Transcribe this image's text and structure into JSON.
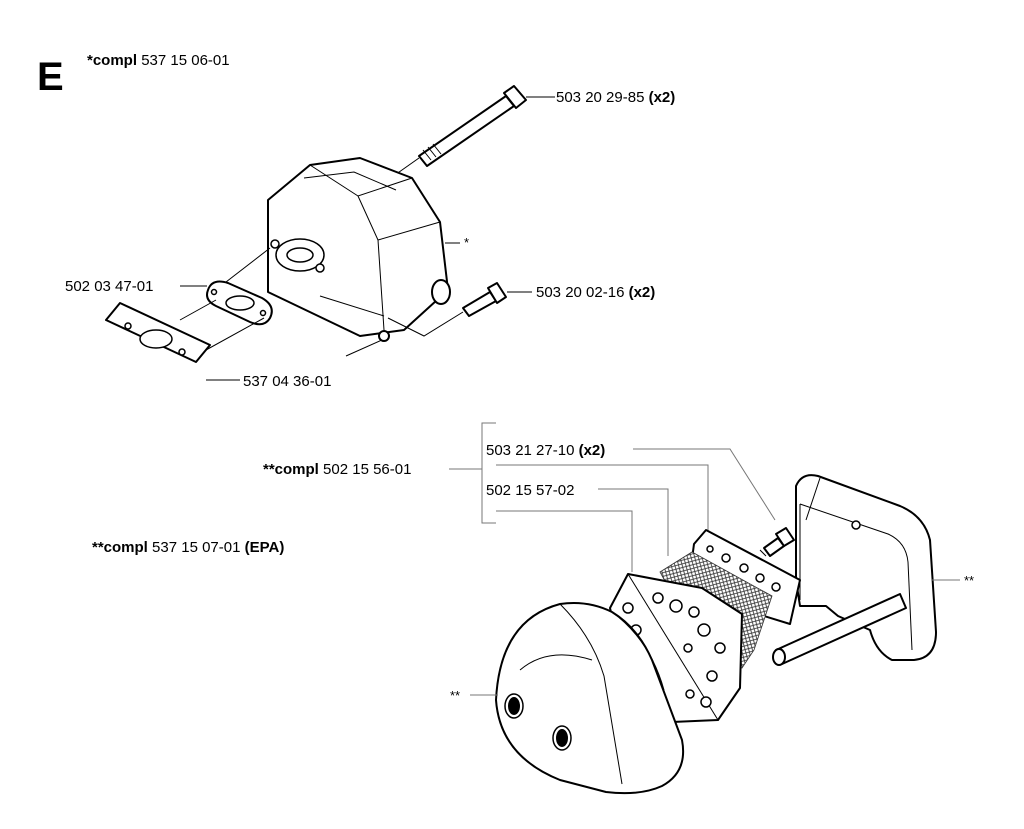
{
  "section_letter": "E",
  "kit_top": {
    "prefix": "*compl",
    "number": "537 15 06-01"
  },
  "kit_middle": {
    "prefix": "**compl",
    "number": "502 15 56-01"
  },
  "kit_epa": {
    "prefix": "**compl",
    "number": "537 15 07-01",
    "suffix": "(EPA)"
  },
  "parts": {
    "bolt_long": {
      "number": "503 20 29-85",
      "qty": "(x2)"
    },
    "bolt_short": {
      "number": "503 20 02-16",
      "qty": "(x2)"
    },
    "gasket": {
      "number": "502 03 47-01"
    },
    "heat_shield": {
      "number": "537 04 36-01"
    },
    "screw": {
      "number": "503 21 27-10",
      "qty": "(x2)"
    },
    "screen": {
      "number": "502 15 57-02"
    }
  },
  "markers": {
    "muffler_top": "*",
    "muffler_back": "**",
    "muffler_front": "**"
  }
}
